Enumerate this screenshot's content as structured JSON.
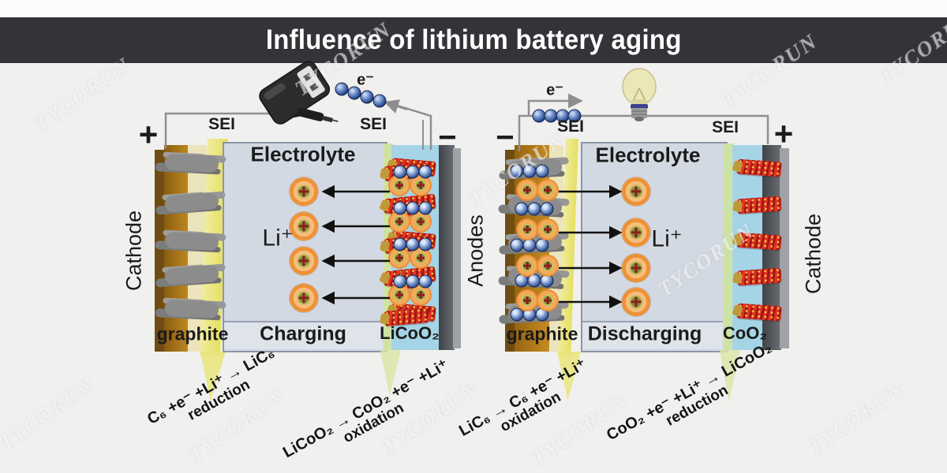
{
  "title": "Influence of lithium battery aging",
  "watermark_text": "TYCORUN",
  "colors": {
    "banner_bg": "#333438",
    "background": "#f0f0ee",
    "electrolyte": "#d3d9e3",
    "sei_yellow": "#e9e57a",
    "sei_green": "#cfe2a6",
    "electrode_brown": "#b07818",
    "separator_blue": "#a5d4e6",
    "collector_gray": "#4f5356",
    "ion_orange": "#ee9236",
    "crystal_red": "#d42a1e",
    "electron_blue": "#33549b"
  },
  "left_cell": {
    "polarity_left": "+",
    "polarity_right": "−",
    "side_label_left": "Cathode",
    "sei_label_left": "SEI",
    "sei_label_right": "SEI",
    "electrolyte_label": "Electrolyte",
    "ion_label": "Li⁺",
    "electron_label": "e⁻",
    "bottom_left_label": "graphite",
    "mode_label": "Charging",
    "bottom_right_label": "LiCoO₂",
    "reactions": [
      {
        "formula": "C₆ +e⁻ +Li⁺ → LiC₆",
        "type": "reduction"
      },
      {
        "formula": "LiCoO₂ → CoO₂ +e⁻ +Li⁺",
        "type": "oxidation"
      }
    ]
  },
  "right_cell": {
    "polarity_left": "−",
    "polarity_right": "+",
    "side_label_left": "Anodes",
    "side_label_right": "Cathode",
    "sei_label_left": "SEI",
    "sei_label_right": "SEI",
    "electrolyte_label": "Electrolyte",
    "ion_label": "Li⁺",
    "electron_label": "e⁻",
    "bottom_left_label": "graphite",
    "mode_label": "Discharging",
    "bottom_right_label": "CoO₂",
    "reactions": [
      {
        "formula": "LiC₆ → C₆ +e⁻ +Li⁺",
        "type": "oxidation"
      },
      {
        "formula": "CoO₂ +e⁻ +Li⁺ → LiCoO₂",
        "type": "reduction"
      }
    ]
  }
}
